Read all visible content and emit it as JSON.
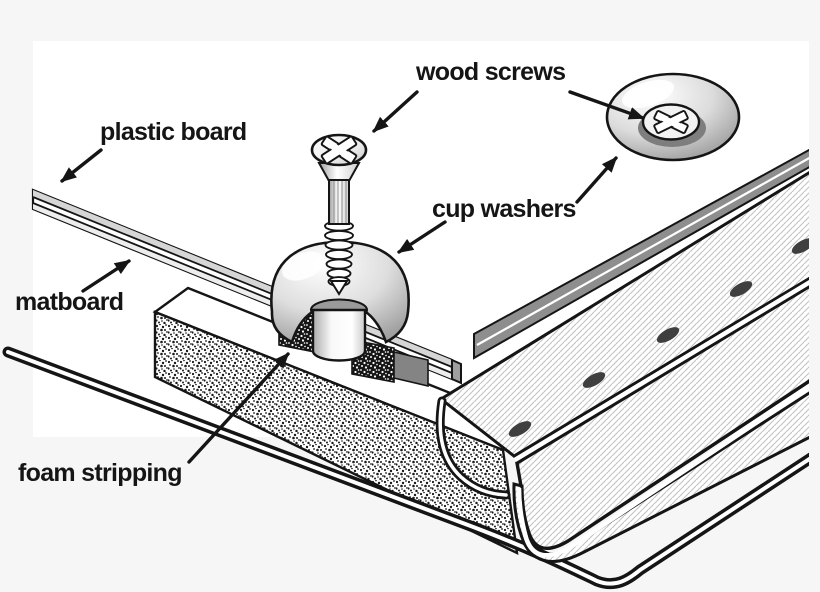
{
  "labels": {
    "plastic_board": "plastic board",
    "wood_screws": "wood screws",
    "cup_washers": "cup washers",
    "matboard": "matboard",
    "foam_stripping": "foam stripping"
  },
  "colors": {
    "page_background": "#f5f6f5",
    "canvas_background": "#ffffff",
    "ink": "#151515",
    "flange_gray": "#8e8e8e",
    "board_top_gray": "#d6d6d6",
    "board_under_gray": "#ededed",
    "hatch_line": "#c3c3c3",
    "hole_fill": "#3f3f3f",
    "metal_light": "#d9d9d9",
    "metal_dark": "#8a8a8a"
  }
}
